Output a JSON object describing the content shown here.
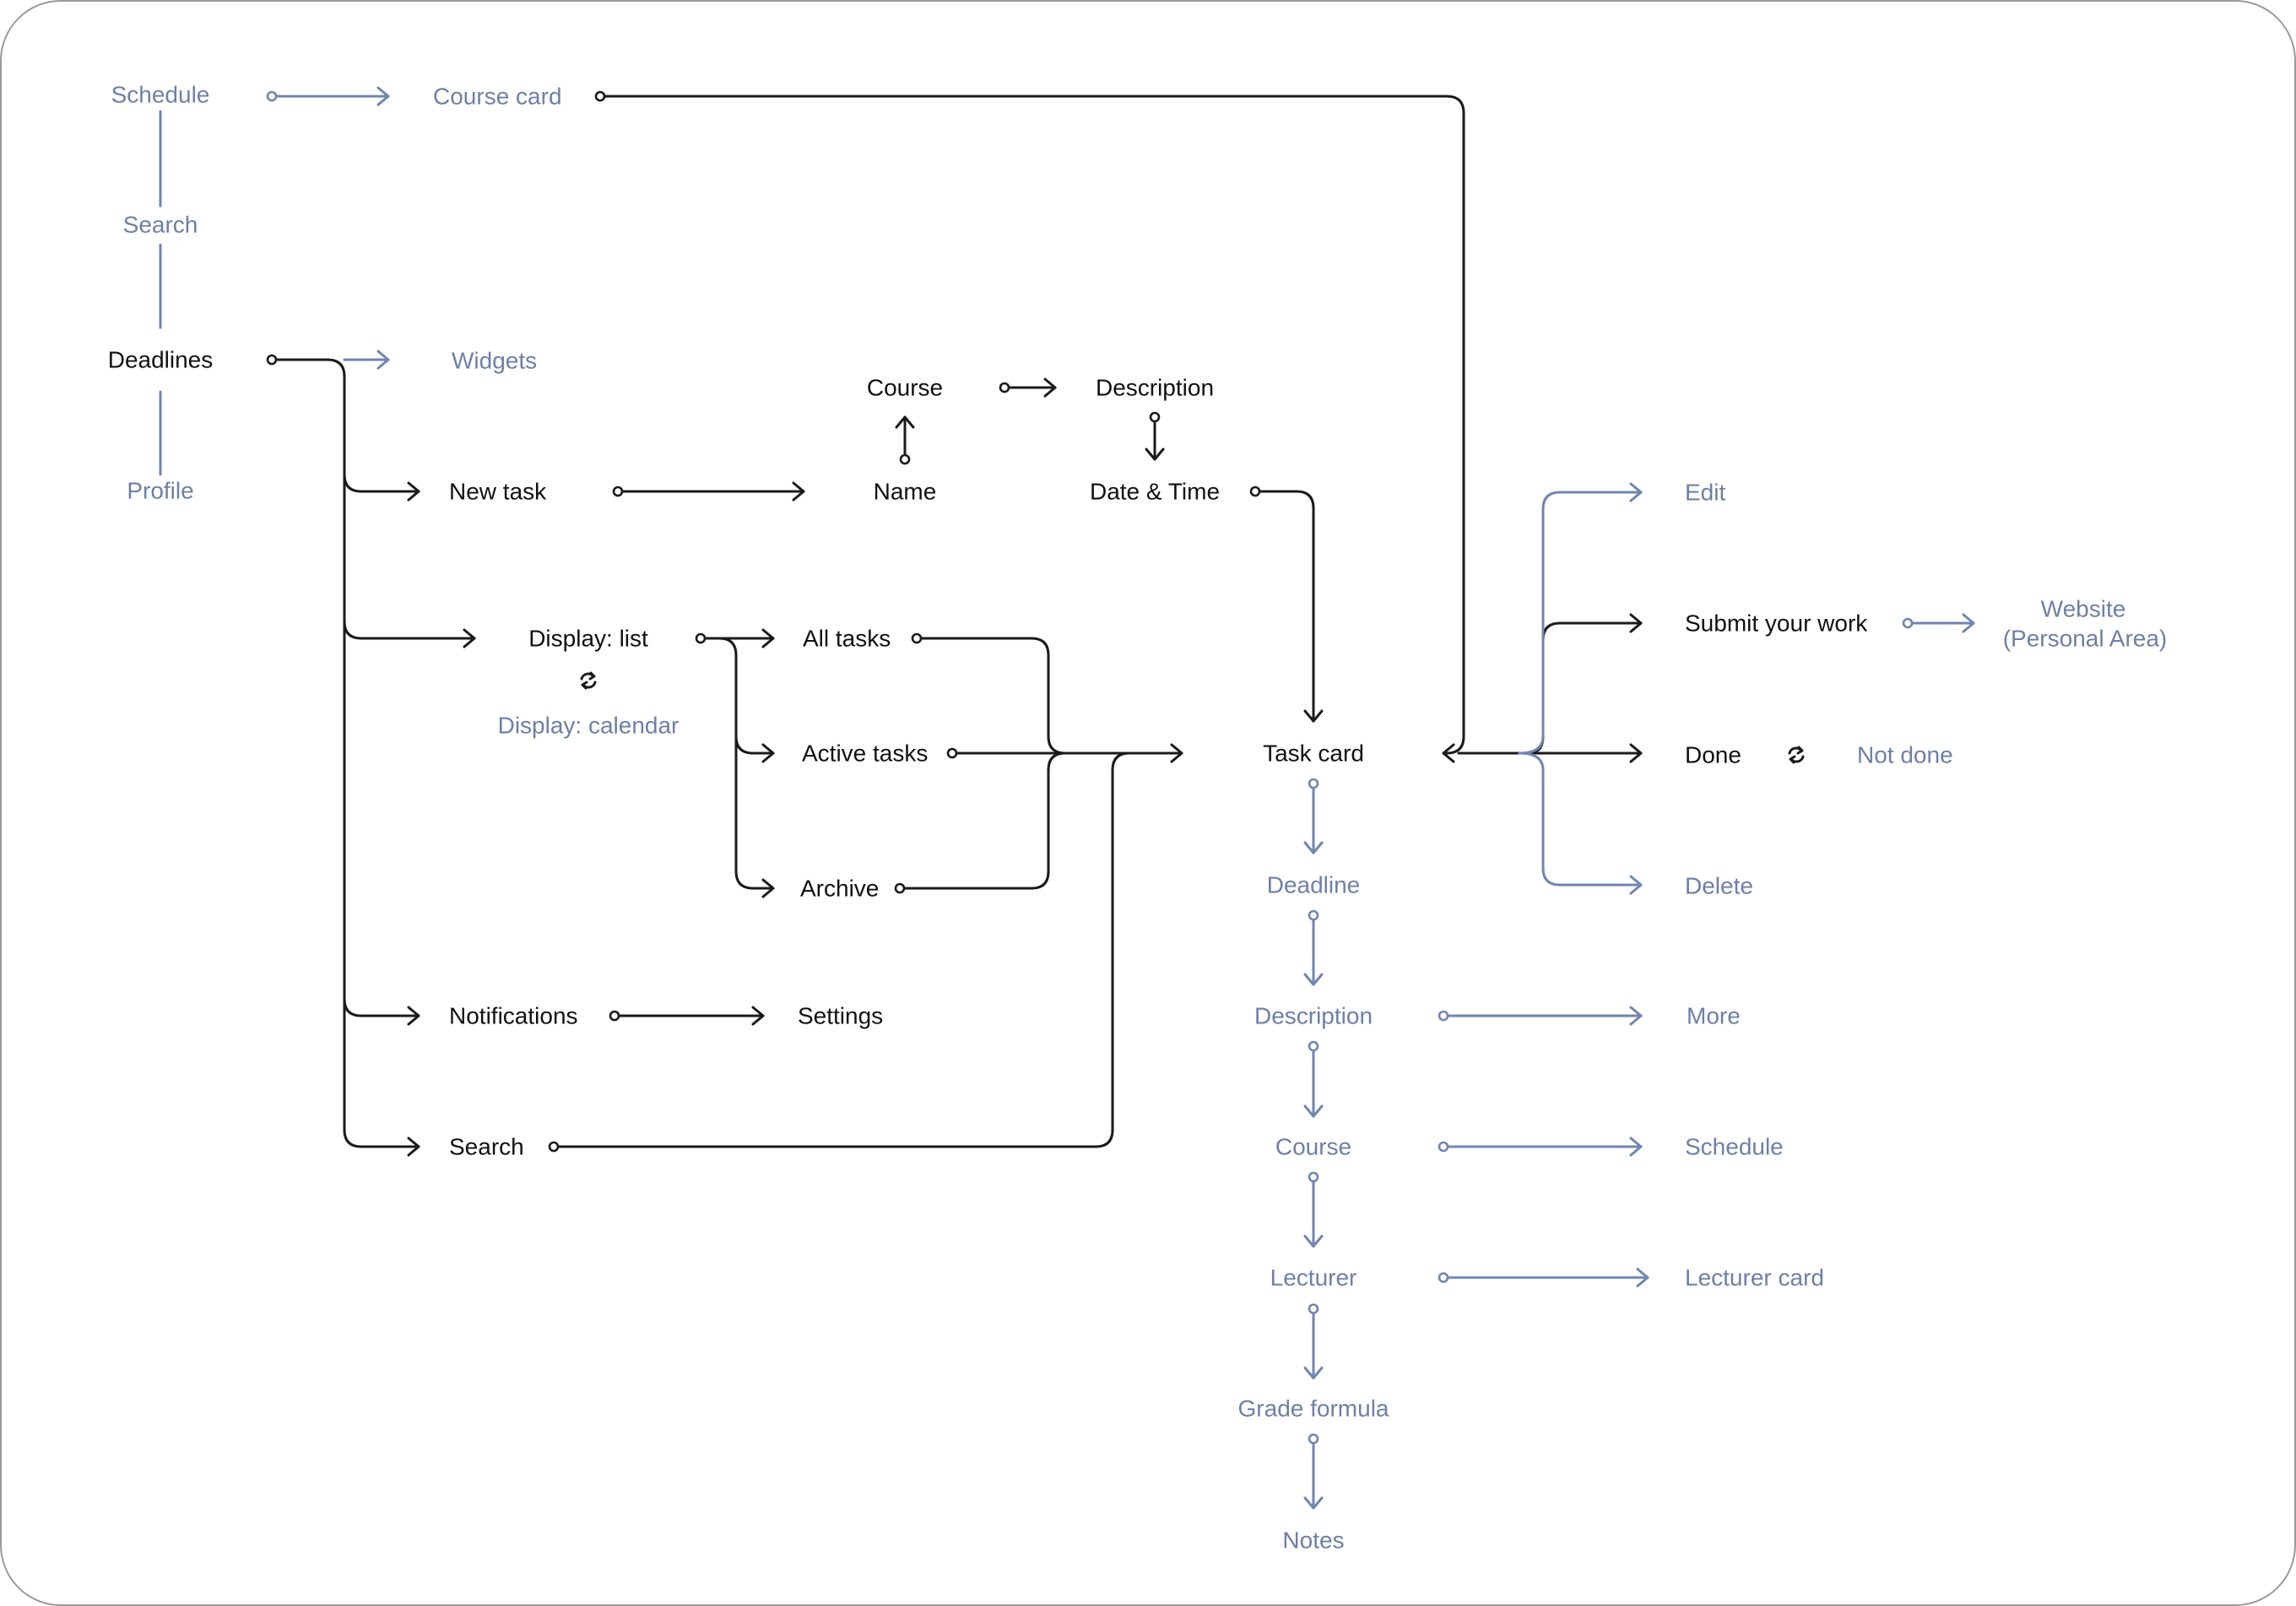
{
  "colors": {
    "dark": "#111111",
    "light": "#6e7fa8",
    "frame": "#9a9a9a"
  },
  "icons": {
    "toggle": "refresh-icon"
  },
  "nodes": {
    "schedule_top": "Schedule",
    "course_card": "Course card",
    "search_top": "Search",
    "deadlines": "Deadlines",
    "widgets": "Widgets",
    "profile": "Profile",
    "course_form": "Course",
    "description_form": "Description",
    "new_task": "New task",
    "name": "Name",
    "date_time": "Date & Time",
    "display_list": "Display: list",
    "display_calendar": "Display: calendar",
    "all_tasks": "All tasks",
    "active_tasks": "Active tasks",
    "archive": "Archive",
    "notifications": "Notifications",
    "settings": "Settings",
    "search_main": "Search",
    "task_card": "Task card",
    "deadline": "Deadline",
    "description_detail": "Description",
    "course_detail": "Course",
    "lecturer": "Lecturer",
    "grade_formula": "Grade formula",
    "notes": "Notes",
    "edit": "Edit",
    "submit_work": "Submit your work",
    "website_line1": "Website",
    "website_line2": "(Personal Area)",
    "done": "Done",
    "not_done": "Not done",
    "delete": "Delete",
    "more": "More",
    "schedule_right": "Schedule",
    "lecturer_card": "Lecturer card"
  }
}
